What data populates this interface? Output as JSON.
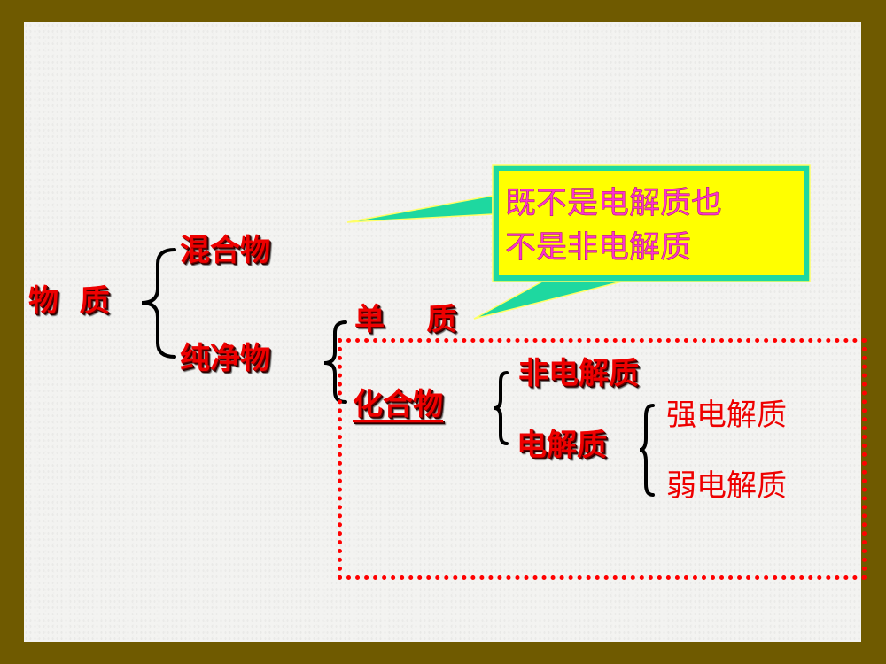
{
  "diagram": {
    "root": "物  质",
    "level1": {
      "mixture": "混合物",
      "pure": "纯净物"
    },
    "level2": {
      "element": "单    质",
      "compound": "化合物"
    },
    "level3": {
      "non_electrolyte": "非电解质",
      "electrolyte": "电解质"
    },
    "level4": {
      "strong": "强电解质",
      "weak": "弱电解质"
    },
    "callout": {
      "line1": "既不是电解质也",
      "line2": "不是非电解质",
      "fill_outer": "#1ed8a0",
      "fill_inner": "#ffff00",
      "text_color": "#ff33cc"
    },
    "colors": {
      "border": "#6f5a00",
      "label": "#ee0000",
      "highlight_box": "#ff0000"
    }
  }
}
